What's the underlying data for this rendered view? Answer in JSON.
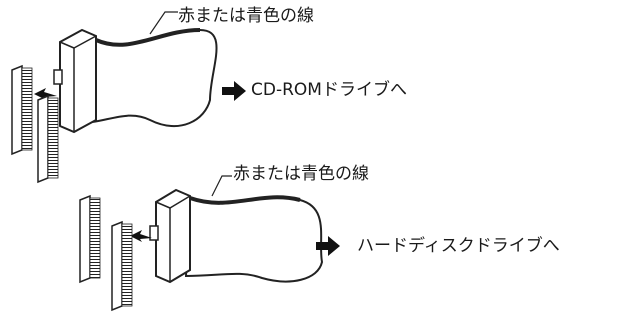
{
  "diagram": {
    "top_assembly": {
      "wire_label": "赤または青色の線",
      "destination_label": "CD-ROMドライブへ"
    },
    "bottom_assembly": {
      "wire_label": "赤または青色の線",
      "destination_label": "ハードディスクドライブへ"
    },
    "icons": {
      "arrow": "right-arrow-icon",
      "insert_arrow": "left-arrow-icon",
      "connector": "ide-connector-icon",
      "header": "pin-header-icon",
      "ribbon": "ribbon-cable-icon"
    }
  }
}
